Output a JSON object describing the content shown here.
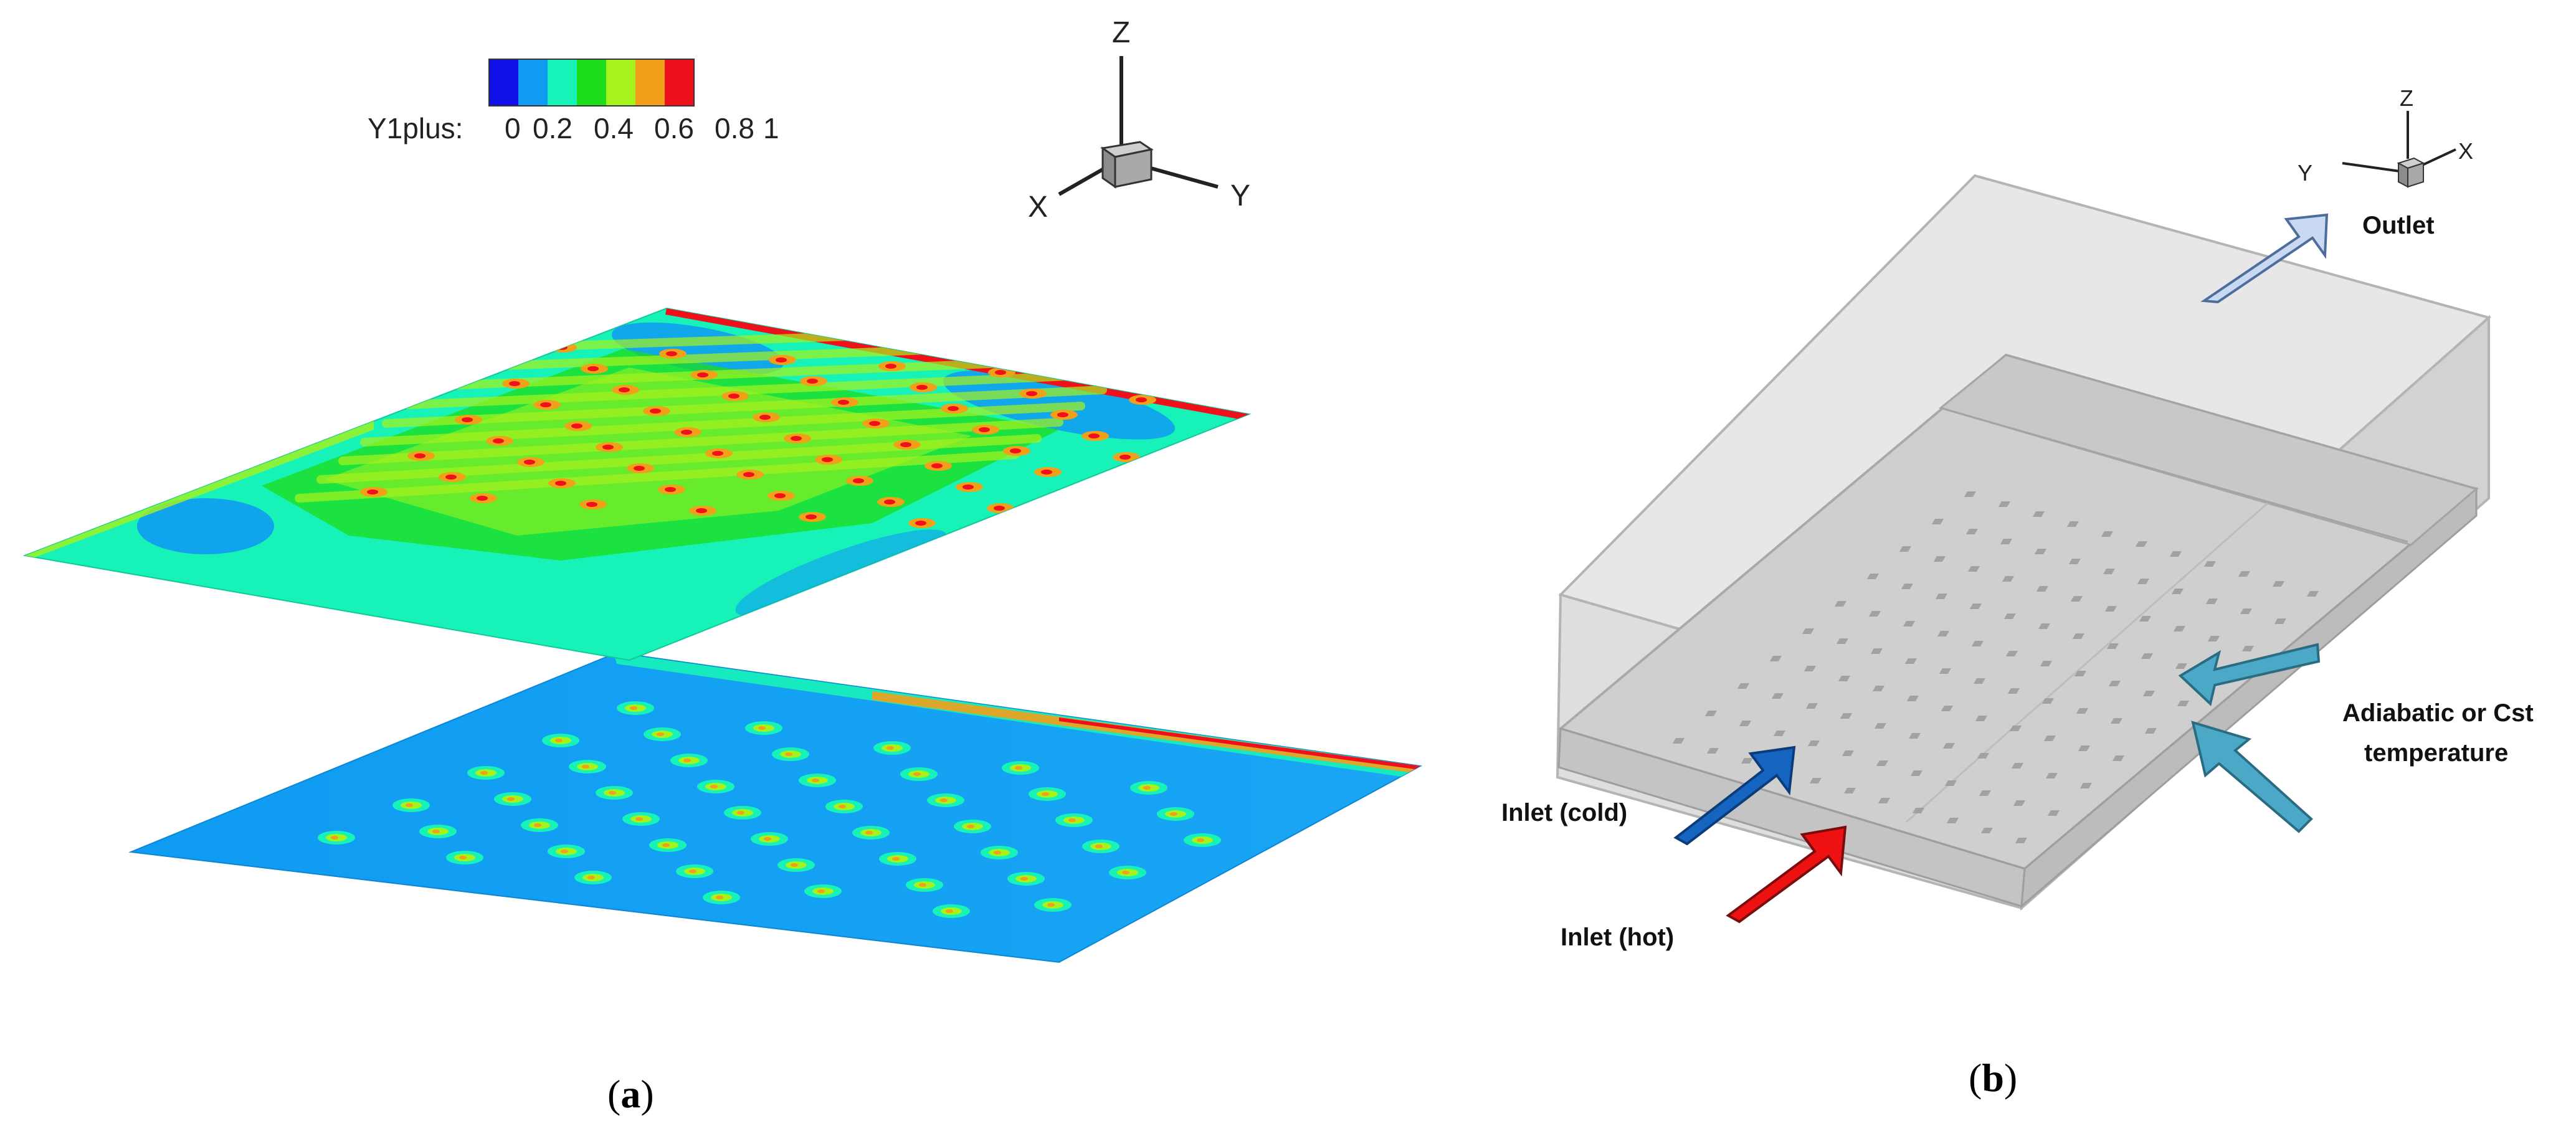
{
  "panel_a": {
    "caption_open": "(",
    "caption_letter": "a",
    "caption_close": ")",
    "legend": {
      "label": "Y1plus:",
      "ticks": [
        "0",
        "0.2",
        "0.4",
        "0.6",
        "0.8",
        "1"
      ],
      "colors": [
        "#1010e6",
        "#0f9bf2",
        "#17f2b8",
        "#1ddc1a",
        "#a6f21d",
        "#f2a01a",
        "#f0101c"
      ]
    },
    "triad": {
      "z": "Z",
      "x": "X",
      "y": "Y"
    }
  },
  "panel_b": {
    "caption_open": "(",
    "caption_letter": "b",
    "caption_close": ")",
    "triad": {
      "z": "Z",
      "x": "X",
      "y": "Y"
    },
    "labels": {
      "outlet": "Outlet",
      "inlet_cold": "Inlet (cold)",
      "inlet_hot": "Inlet (hot)",
      "wall_line1": "Adiabatic or Cst",
      "wall_line2": "temperature"
    },
    "colors": {
      "outlet_arrow": "#c9d9f2",
      "cold_arrow": "#1565c0",
      "hot_arrow": "#ee1111",
      "wall_arrow": "#4ba8c6"
    }
  }
}
